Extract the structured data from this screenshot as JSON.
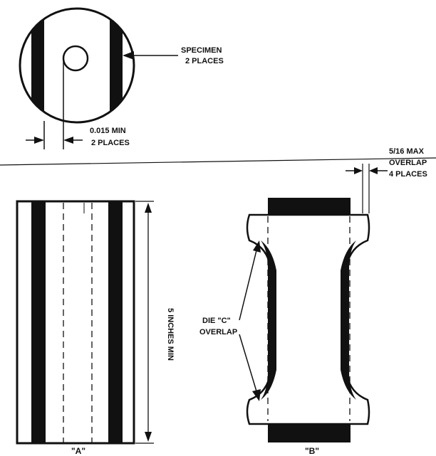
{
  "labels": {
    "specimen_line1": "SPECIMEN",
    "specimen_line2": "2 PLACES",
    "gap_line1": "0.015 MIN",
    "gap_line2": "2 PLACES",
    "overlap_line1": "5/16 MAX",
    "overlap_line2": "OVERLAP",
    "overlap_line3": "4 PLACES",
    "length": "5 INCHES MIN",
    "die_line1": "DIE \"C\"",
    "die_line2": "OVERLAP",
    "view_a": "\"A\"",
    "view_b": "\"B\""
  },
  "colors": {
    "ink": "#111111",
    "paper": "#ffffff"
  }
}
